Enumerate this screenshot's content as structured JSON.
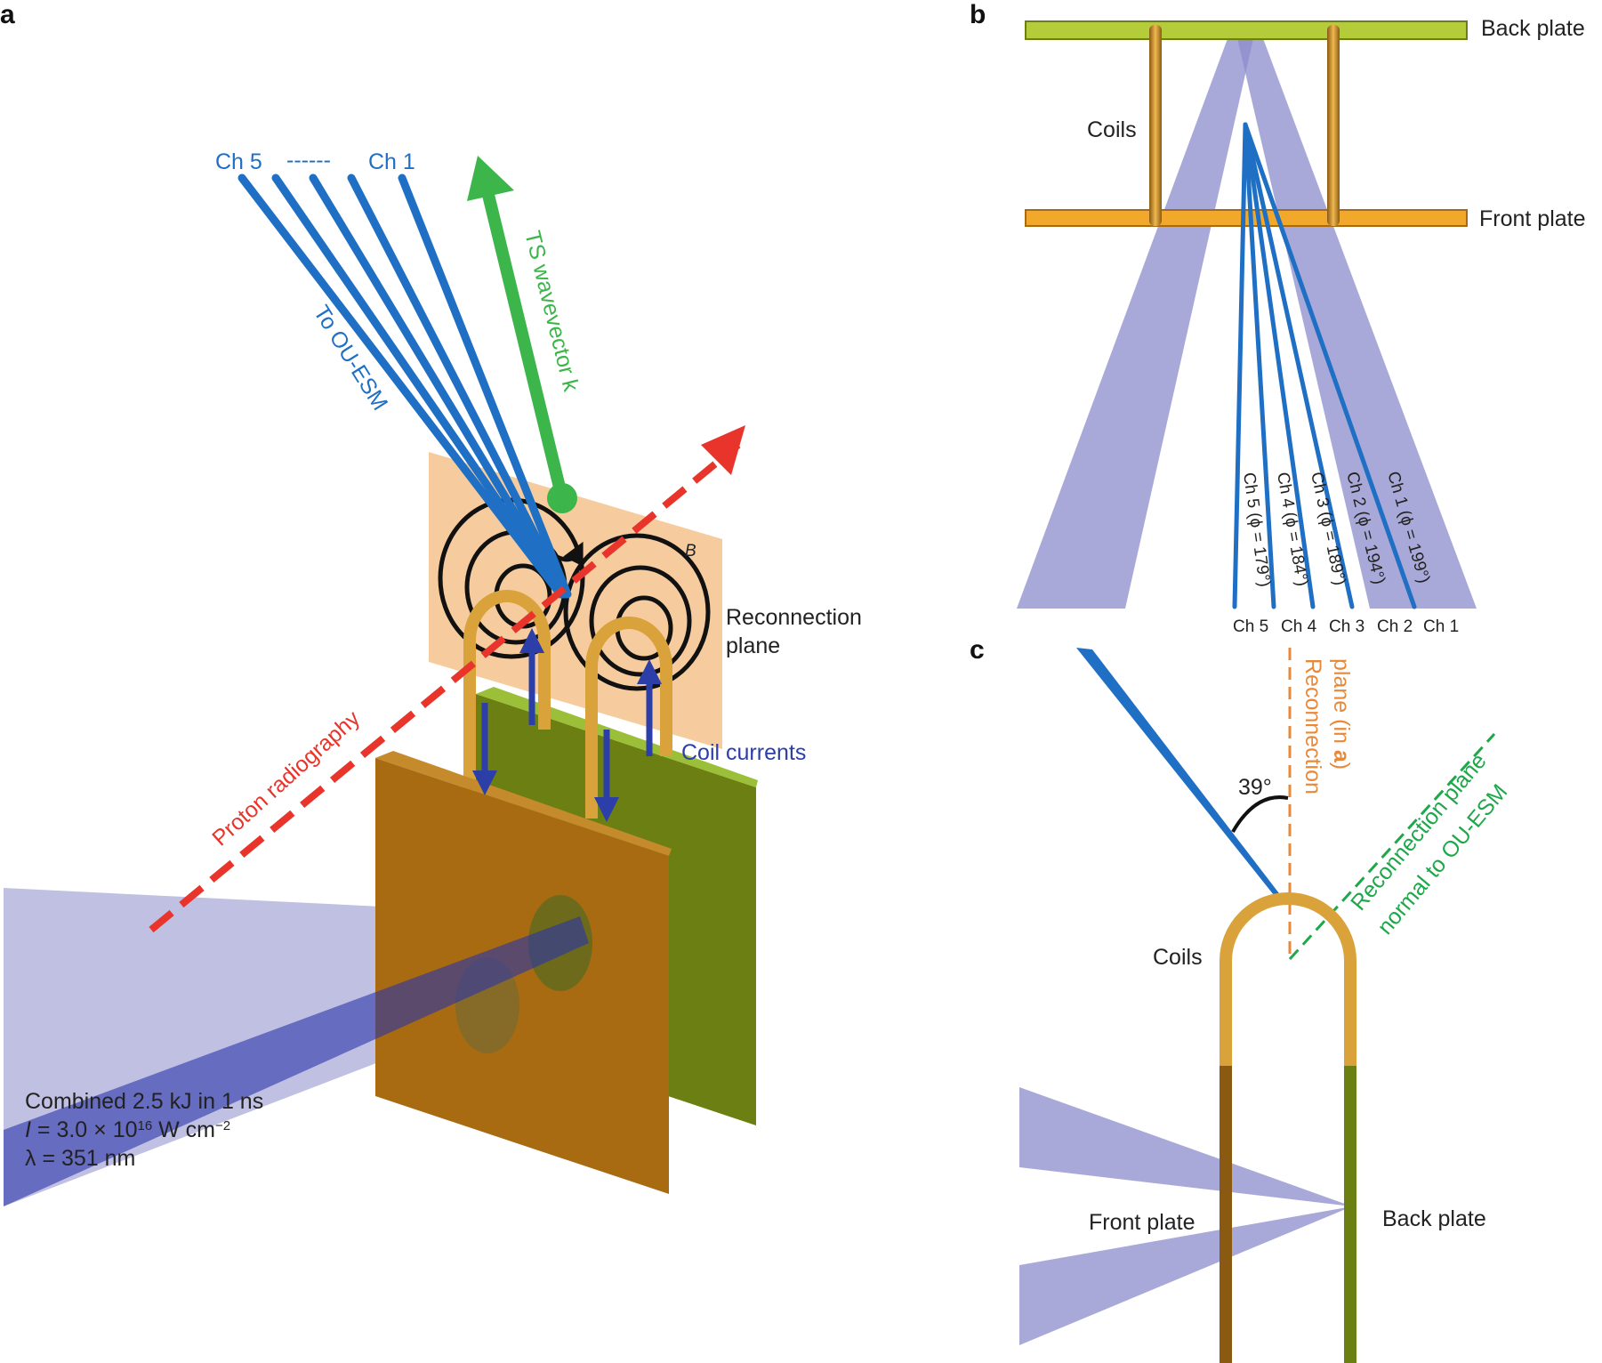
{
  "panels": {
    "a": {
      "letter": "a",
      "channels_left": "Ch 5",
      "channels_dash": "------",
      "channels_right": "Ch 1",
      "to_esm": "To OU-ESM",
      "ts_wavevector": "TS wavevector k",
      "b_field": "B",
      "reconnection_line1": "Reconnection",
      "reconnection_line2": "plane",
      "coil_currents": "Coil currents",
      "proton_radiography": "Proton radiography",
      "laser_line1": "Combined 2.5 kJ in 1 ns",
      "laser_line2": "I = 3.0 × 10^16 W cm^−2",
      "laser_line2_parts": {
        "prefix": "I",
        "mid": " = 3.0 × 10",
        "exp": "16",
        "unit": " W cm",
        "unit_exp": "−2"
      },
      "laser_line3": "λ = 351 nm"
    },
    "b": {
      "letter": "b",
      "back_plate": "Back plate",
      "front_plate": "Front plate",
      "coils": "Coils",
      "channel_angles": [
        "Ch 5 (ϕ = 179°)",
        "Ch 4 (ϕ = 184°)",
        "Ch 3 (ϕ = 189°)",
        "Ch 2 (ϕ = 194°)",
        "Ch 1 (ϕ = 199°)"
      ],
      "channel_labels": [
        "Ch 5",
        "Ch 4",
        "Ch 3",
        "Ch 2",
        "Ch 1"
      ]
    },
    "c": {
      "letter": "c",
      "angle": "39°",
      "reconnection_a_line1": "Reconnection",
      "reconnection_a_line2_prefix": "plane (in ",
      "reconnection_a_line2_bold": "a",
      "reconnection_a_line2_suffix": ")",
      "normal_line1": "Reconnection plane",
      "normal_line2": "normal to OU-ESM",
      "coils": "Coils",
      "front_plate": "Front plate",
      "back_plate": "Back plate"
    }
  },
  "colors": {
    "probe_blue": "#1f6fc4",
    "ts_green": "#3cb54a",
    "proton_red": "#e8342a",
    "plane_orange": "#f6c99a",
    "coil_gold": "#d9a23a",
    "front_plate_brown": "#a86b1a",
    "back_plate_olive": "#6b8a1a",
    "laser_violet": "#8c8ccc",
    "current_arrow": "#2c3ea8",
    "recon_orange_text": "#e8893a",
    "normal_green_text": "#1fa84a",
    "plate_green_b": "#b5cc3a",
    "plate_orange_b": "#f2a82a"
  }
}
